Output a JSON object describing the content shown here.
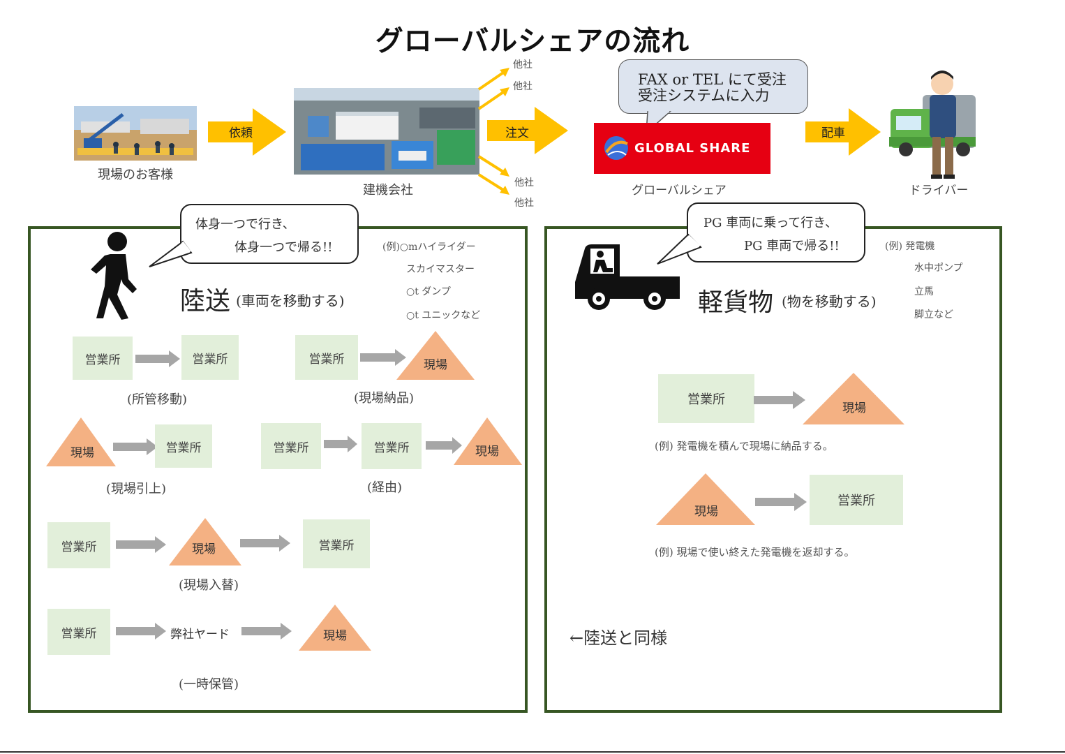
{
  "title": "グローバルシェアの流れ",
  "top_flow": {
    "customer_caption": "現場のお客様",
    "arrow1_label": "依頼",
    "company_caption": "建機会社",
    "other_companies": [
      "他社",
      "他社",
      "他社",
      "他社"
    ],
    "arrow2_label": "注文",
    "bubble_line1": "FAX or TEL にて受注",
    "bubble_line2": "受注システムに入力",
    "logo_text": "GLOBAL SHARE",
    "gs_caption": "グローバルシェア",
    "arrow3_label": "配車",
    "driver_caption": "ドライバー"
  },
  "left_panel": {
    "bubble_line1": "体身一つで行き、",
    "bubble_line2": "体身一つで帰る!!",
    "examples": [
      "(例)○mハイライダー",
      "スカイマスター",
      "○t ダンプ",
      "○t ユニックなど"
    ],
    "heading": "陸送",
    "heading_sub": "(車両を移動する)",
    "office_label": "営業所",
    "site_label": "現場",
    "yard_label": "弊社ヤード",
    "captions": {
      "transfer": "(所管移動)",
      "delivery": "(現場納品)",
      "pickup": "(現場引上)",
      "via": "(経由)",
      "swap": "(現場入替)",
      "storage": "(一時保管)"
    }
  },
  "right_panel": {
    "bubble_line1": "PG 車両に乗って行き、",
    "bubble_line2": "PG 車両で帰る!!",
    "examples": [
      "(例) 発電機",
      "水中ポンプ",
      "立馬",
      "脚立など"
    ],
    "heading": "軽貨物",
    "heading_sub": "(物を移動する)",
    "office_label": "営業所",
    "site_label": "現場",
    "example1": "(例) 発電機を積んで現場に納品する。",
    "example2": "(例) 現場で使い終えた発電機を返却する。",
    "same_note": "←陸送と同様"
  },
  "colors": {
    "panel_border": "#375623",
    "office_fill": "#e2efda",
    "site_fill": "#f4b183",
    "arrow_yellow": "#ffc000",
    "arrow_gray": "#a6a6a6",
    "logo_red": "#e60012",
    "bubble_blue": "#dde4ef"
  }
}
